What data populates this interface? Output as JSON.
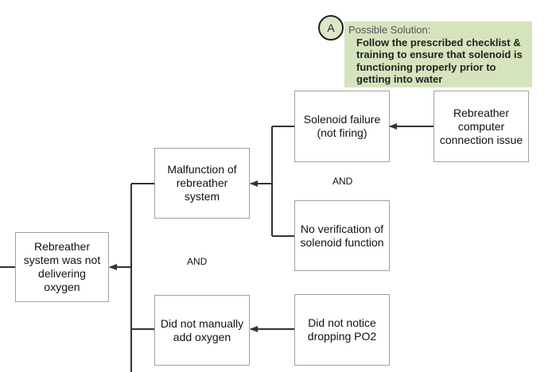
{
  "nodes": {
    "root": "Rebreather system was not delivering oxygen",
    "malfunction": "Malfunction of rebreather system",
    "no_manual": "Did not manually add oxygen",
    "solenoid_failure": "Solenoid failure (not firing)",
    "no_verification": "No verification of solenoid function",
    "computer_issue": "Rebreather computer connection issue",
    "no_notice_po2": "Did not notice dropping PO2"
  },
  "gates": {
    "top_and": "AND",
    "mid_and": "AND"
  },
  "annotation": {
    "badge": "A",
    "title": "Possible Solution:",
    "body": "Follow the prescribed checklist & training to ensure that solenoid is functioning properly prior to getting into water"
  },
  "colors": {
    "box_border": "#a0a0a0",
    "wire": "#333333",
    "solution_bg": "#d6e4bd"
  }
}
